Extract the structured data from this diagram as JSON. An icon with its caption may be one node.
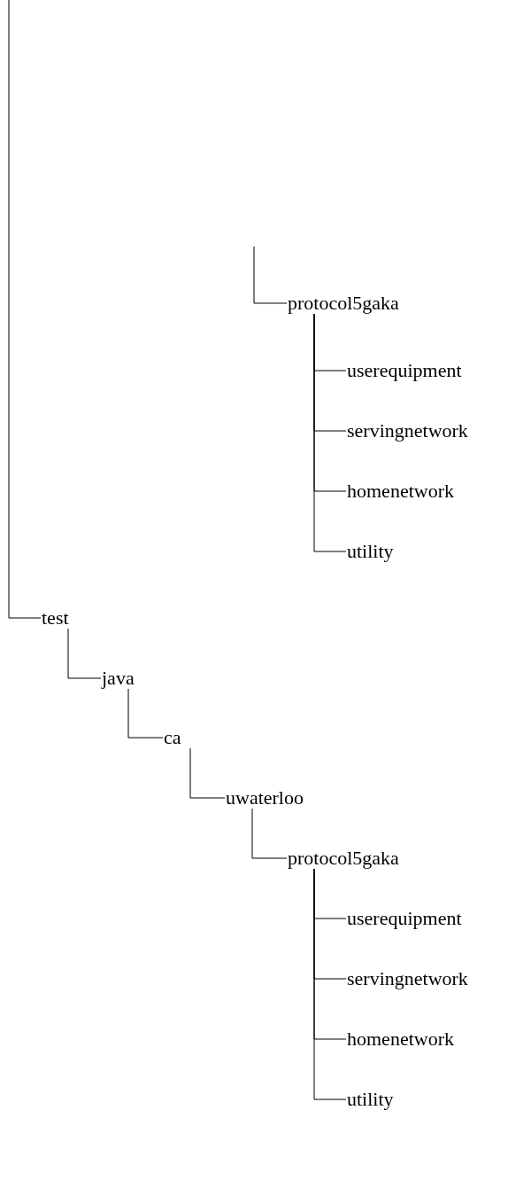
{
  "diagram": {
    "nodes": [
      {
        "text": [
          "protocol5gaka"
        ]
      },
      {
        "text": [
          "userequipment"
        ]
      },
      {
        "text": [
          "servingnetwork"
        ]
      },
      {
        "text": [
          "homenetwork"
        ]
      },
      {
        "text": [
          "utility"
        ]
      },
      {
        "text": [
          "test"
        ]
      },
      {
        "text": [
          "java"
        ]
      },
      {
        "text": [
          "ca"
        ]
      },
      {
        "text": [
          "uwaterloo"
        ]
      },
      {
        "text": [
          "protocol5gaka"
        ]
      },
      {
        "text": [
          "userequipment"
        ]
      },
      {
        "text": [
          "servingnetwork"
        ]
      },
      {
        "text": [
          "homenetwork"
        ]
      },
      {
        "text": [
          "utility"
        ]
      }
    ],
    "edges": [
      {
        "from": null,
        "to": 0,
        "arrow": "none"
      },
      {
        "from": 0,
        "to": 1,
        "arrow": "none"
      },
      {
        "from": 0,
        "to": 2,
        "arrow": "none"
      },
      {
        "from": 0,
        "to": 3,
        "arrow": "none"
      },
      {
        "from": 0,
        "to": 4,
        "arrow": "none"
      },
      {
        "from": null,
        "to": 5,
        "arrow": "none"
      },
      {
        "from": 5,
        "to": 6,
        "arrow": "none"
      },
      {
        "from": 6,
        "to": 7,
        "arrow": "none"
      },
      {
        "from": 7,
        "to": 8,
        "arrow": "none"
      },
      {
        "from": 8,
        "to": 9,
        "arrow": "none"
      },
      {
        "from": 9,
        "to": 10,
        "arrow": "none"
      },
      {
        "from": 9,
        "to": 11,
        "arrow": "none"
      },
      {
        "from": 9,
        "to": 12,
        "arrow": "none"
      },
      {
        "from": 9,
        "to": 13,
        "arrow": "none"
      }
    ]
  }
}
